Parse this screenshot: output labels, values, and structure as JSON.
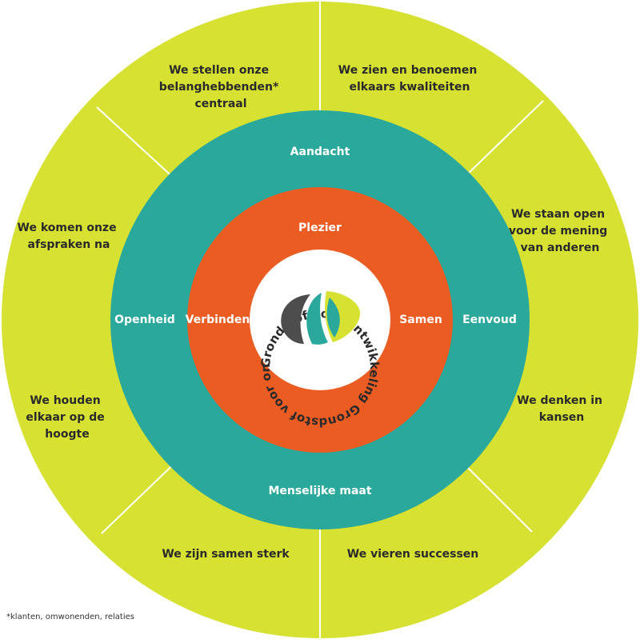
{
  "colors": {
    "outer_ring": "#d6e132",
    "middle_ring": "#2ba89c",
    "inner_ring": "#eb5c23",
    "center": "#ffffff",
    "divider": "#ffffff",
    "text_dark": "#2a2a2a",
    "text_light": "#ffffff",
    "logo_dark": "#4d4d4d",
    "logo_teal": "#2ba89c",
    "logo_lime": "#d6e132"
  },
  "outer_ring": {
    "segments": {
      "top_left": [
        "We stellen onze",
        "belanghebbenden*",
        "centraal"
      ],
      "top_right": [
        "We zien en benoemen",
        "elkaars kwaliteiten"
      ],
      "right_top": [
        "We staan open",
        "voor de mening",
        "van anderen"
      ],
      "right_bottom": [
        "We denken in",
        "kansen"
      ],
      "bottom_right": [
        "We vieren successen"
      ],
      "bottom_left": [
        "We zijn samen sterk"
      ],
      "left_bottom": [
        "We houden",
        "elkaar op de",
        "hoogte"
      ],
      "left_top": [
        "We komen onze",
        "afspraken na"
      ]
    }
  },
  "middle_ring": {
    "top": "Aandacht",
    "right": "Eenvoud",
    "bottom": "Menselijke maat",
    "left": "Openheid"
  },
  "inner_ring": {
    "top": "Plezier",
    "right": "Samen",
    "left": "Verbinden"
  },
  "center": {
    "circular_text": "Grondstof voor ontwikkeling Grondstof voor ontwikkeling",
    "logo_icon": "leaf-logo-icon"
  },
  "footnote": "*klanten, omwonenden, relaties"
}
